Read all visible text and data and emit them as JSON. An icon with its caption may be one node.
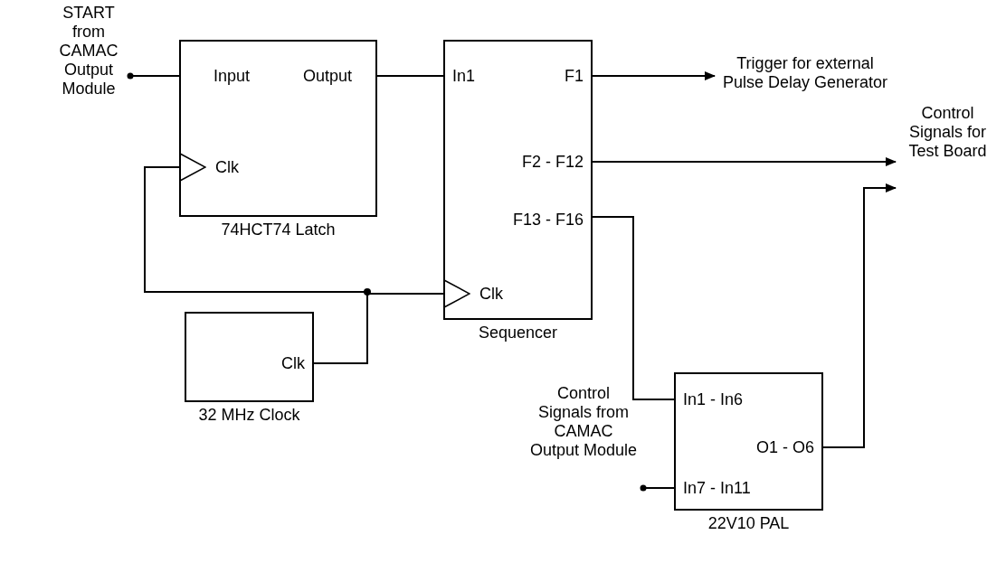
{
  "diagram": {
    "nodes": [
      {
        "text": [
          "START from CAMAC Output Module"
        ]
      },
      {
        "text": [
          "74HCT74 Latch"
        ]
      },
      {
        "text": [
          "Input"
        ],
        "in": 1
      },
      {
        "text": [
          "Output"
        ],
        "in": 1
      },
      {
        "text": [
          "Clk"
        ],
        "in": 1
      },
      {
        "text": [
          "Sequencer"
        ]
      },
      {
        "text": [
          "In1"
        ],
        "in": 5
      },
      {
        "text": [
          "F1"
        ],
        "in": 5
      },
      {
        "text": [
          "F2 - F12"
        ],
        "in": 5
      },
      {
        "text": [
          "F13 - F16"
        ],
        "in": 5
      },
      {
        "text": [
          "Clk"
        ],
        "in": 5
      },
      {
        "text": [
          "32 MHz Clock"
        ]
      },
      {
        "text": [
          "Clk"
        ],
        "in": 11
      },
      {
        "text": [
          "22V10 PAL"
        ]
      },
      {
        "text": [
          "In1 - In6"
        ],
        "in": 13
      },
      {
        "text": [
          "O1 - O6"
        ],
        "in": 13
      },
      {
        "text": [
          "In7 - In11"
        ],
        "in": 13
      },
      {
        "text": [
          "Trigger for external Pulse Delay Generator"
        ]
      },
      {
        "text": [
          "Control Signals for Test Board"
        ]
      },
      {
        "text": [
          "Control Signals from CAMAC Output Module"
        ]
      }
    ],
    "edges": [
      {
        "from": 0,
        "to": 2,
        "arrow": "other"
      },
      {
        "from": 3,
        "to": 6,
        "arrow": "none"
      },
      {
        "from": 7,
        "to": 17,
        "arrow": "to"
      },
      {
        "from": 8,
        "to": 18,
        "arrow": "to"
      },
      {
        "from": 15,
        "to": 18,
        "arrow": "to"
      },
      {
        "from": 9,
        "to": 14,
        "arrow": "none"
      },
      {
        "from": 12,
        "to": 10,
        "arrow": "none"
      },
      {
        "from": 12,
        "to": 4,
        "arrow": "none"
      },
      {
        "from": 19,
        "to": 16,
        "arrow": "other"
      }
    ]
  }
}
